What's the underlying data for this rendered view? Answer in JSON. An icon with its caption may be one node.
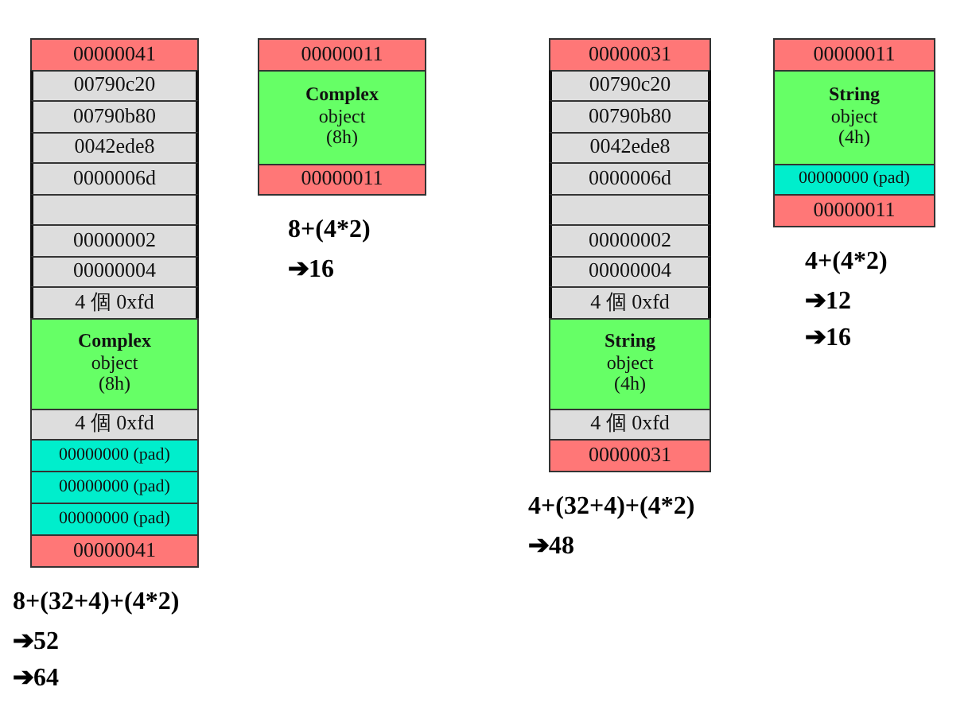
{
  "diagram": {
    "nodes": [
      {
        "text": [
          "00000041"
        ]
      },
      {
        "text": [
          "00790c20"
        ]
      },
      {
        "text": [
          "00790b80"
        ]
      },
      {
        "text": [
          "0042ede8"
        ]
      },
      {
        "text": [
          "0000006d"
        ]
      },
      {
        "text": [],
        "shape": "box"
      },
      {
        "text": [
          "00000002"
        ]
      },
      {
        "text": [
          "00000004"
        ]
      },
      {
        "text": [
          "4 個 0xfd"
        ]
      },
      {
        "text": [
          "Complex",
          "object (8h)"
        ]
      },
      {
        "text": [
          "4 個 0xfd"
        ]
      },
      {
        "text": [
          "00000000 (pad)"
        ]
      },
      {
        "text": [
          "00000000 (pad)"
        ]
      },
      {
        "text": [
          "00000000 (pad)"
        ]
      },
      {
        "text": [
          "00000041"
        ],
        "beside": [
          "8+(32+4)+(4*2)",
          "➔52",
          "➔64"
        ]
      },
      {
        "text": [
          "00000011"
        ]
      },
      {
        "text": [
          "Complex",
          "object (8h)"
        ]
      },
      {
        "text": [
          "00000011"
        ],
        "beside": [
          "8+(4*2)",
          "➔16"
        ]
      },
      {
        "text": [
          "00000031"
        ]
      },
      {
        "text": [
          "00790c20"
        ]
      },
      {
        "text": [
          "00790b80"
        ]
      },
      {
        "text": [
          "0042ede8"
        ]
      },
      {
        "text": [
          "0000006d"
        ]
      },
      {
        "text": [],
        "shape": "box"
      },
      {
        "text": [
          "00000002"
        ]
      },
      {
        "text": [
          "00000004"
        ]
      },
      {
        "text": [
          "4 個 0xfd"
        ]
      },
      {
        "text": [
          "String",
          "object (4h)"
        ]
      },
      {
        "text": [
          "4 個 0xfd"
        ]
      },
      {
        "text": [
          "00000031"
        ],
        "beside": [
          "4+(32+4)+(4*2)",
          "➔48"
        ]
      },
      {
        "text": [
          "00000011"
        ]
      },
      {
        "text": [
          "String",
          "object (4h)"
        ]
      },
      {
        "text": [
          "00000000 (pad)"
        ]
      },
      {
        "text": [
          "00000011"
        ],
        "beside": [
          "4+(4*2)",
          "➔12",
          "➔16"
        ]
      }
    ]
  }
}
